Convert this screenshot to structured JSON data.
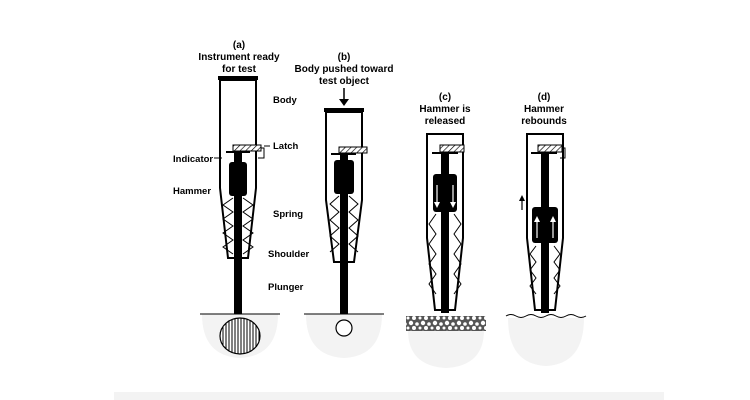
{
  "figure": {
    "panels": [
      {
        "letter": "(a)",
        "caption": [
          "Instrument ready",
          "for test"
        ]
      },
      {
        "letter": "(b)",
        "caption": [
          "Body pushed toward",
          "test object"
        ]
      },
      {
        "letter": "(c)",
        "caption": [
          "Hammer is",
          "released"
        ]
      },
      {
        "letter": "(d)",
        "caption": [
          "Hammer",
          "rebounds"
        ]
      }
    ],
    "labels": {
      "body": "Body",
      "latch": "Latch",
      "indicator": "Indicator",
      "hammer": "Hammer",
      "spring": "Spring",
      "shoulder": "Shoulder",
      "plunger": "Plunger"
    }
  }
}
